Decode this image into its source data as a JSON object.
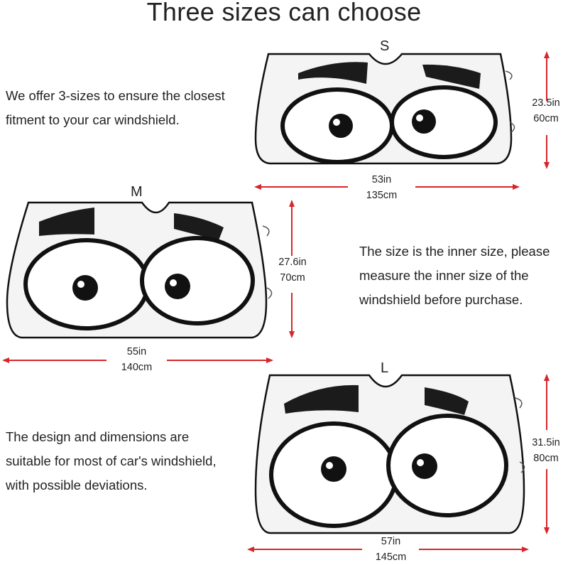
{
  "title": "Three sizes can choose",
  "paragraphs": {
    "offer": [
      "We offer 3-sizes to ensure the closest",
      "fitment to your car windshield."
    ],
    "inner": [
      "The size is the inner size, please",
      "measure the inner size of the",
      "windshield before purchase."
    ],
    "design": [
      "The design and dimensions are",
      "suitable for most of car's windshield,",
      "with possible deviations."
    ]
  },
  "sizes": [
    {
      "label": "S",
      "height_in": "23.5in",
      "height_cm": "60cm",
      "width_in": "53in",
      "width_cm": "135cm"
    },
    {
      "label": "M",
      "height_in": "27.6in",
      "height_cm": "70cm",
      "width_in": "55in",
      "width_cm": "140cm"
    },
    {
      "label": "L",
      "height_in": "31.5in",
      "height_cm": "80cm",
      "width_in": "57in",
      "width_cm": "145cm"
    }
  ],
  "colors": {
    "arrow": "#d6262b",
    "outline": "#111111",
    "shade_fill": "#f4f4f4"
  }
}
